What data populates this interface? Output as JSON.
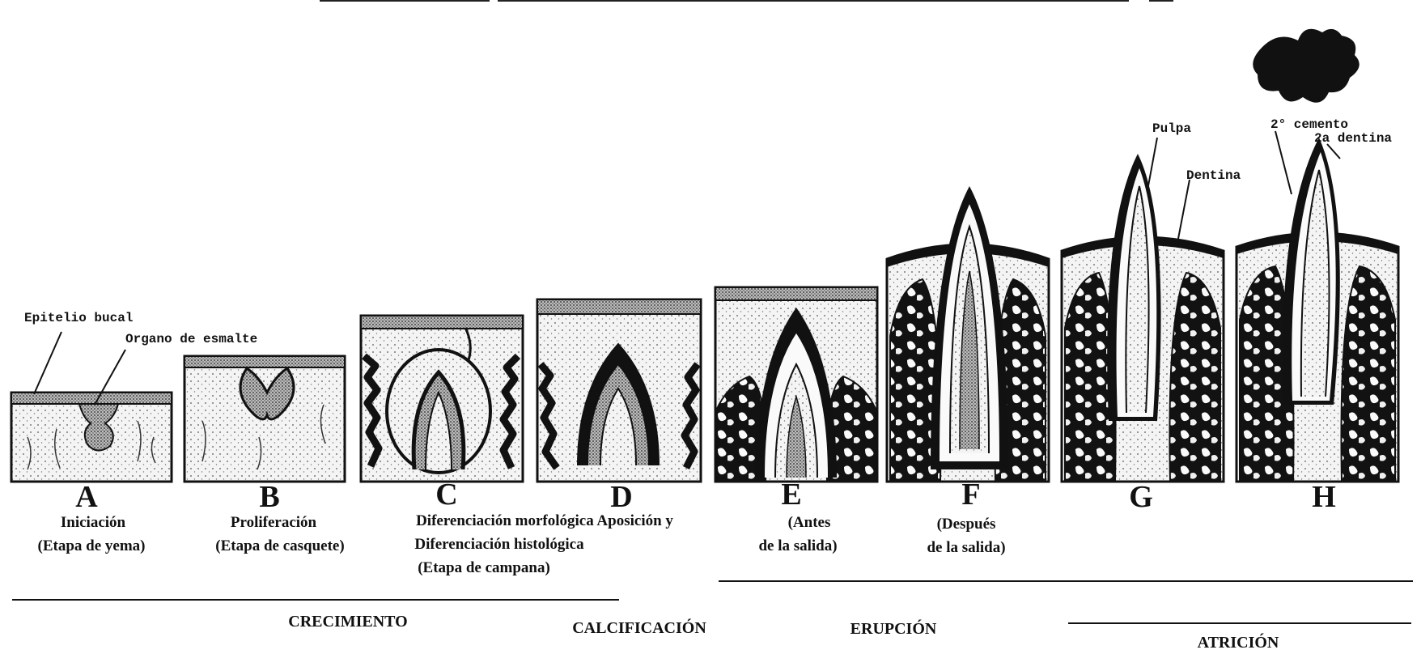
{
  "stages": [
    {
      "letter": "A",
      "desc": [
        "Iniciación",
        "(Etapa de yema)"
      ]
    },
    {
      "letter": "B",
      "desc": [
        "Proliferación",
        "(Etapa de casquete)"
      ]
    },
    {
      "letter": "C",
      "desc": [
        "Diferenciación morfológica Aposición y",
        "Diferenciación histológica",
        "(Etapa de campana)"
      ]
    },
    {
      "letter": "D",
      "desc": []
    },
    {
      "letter": "E",
      "desc": [
        "(Antes",
        "de la salida)"
      ]
    },
    {
      "letter": "F",
      "desc": [
        "(Después",
        "de la salida)"
      ]
    },
    {
      "letter": "G",
      "desc": []
    },
    {
      "letter": "H",
      "desc": []
    }
  ],
  "annotations": {
    "epitelio": "Epitelio bucal",
    "organo": "Organo de esmalte",
    "pulpa": "Pulpa",
    "dentina": "Dentina",
    "cemento": "2° cemento",
    "dentina2": "2a dentina"
  },
  "phases": {
    "crecimiento": "CRECIMIENTO",
    "calcificacion": "CALCIFICACIÓN",
    "erupcion": "ERUPCIÓN",
    "atricion": "ATRICIÓN"
  },
  "colors": {
    "ink": "#111111",
    "paper": "#ffffff",
    "stipple": "#dcdcdc"
  }
}
